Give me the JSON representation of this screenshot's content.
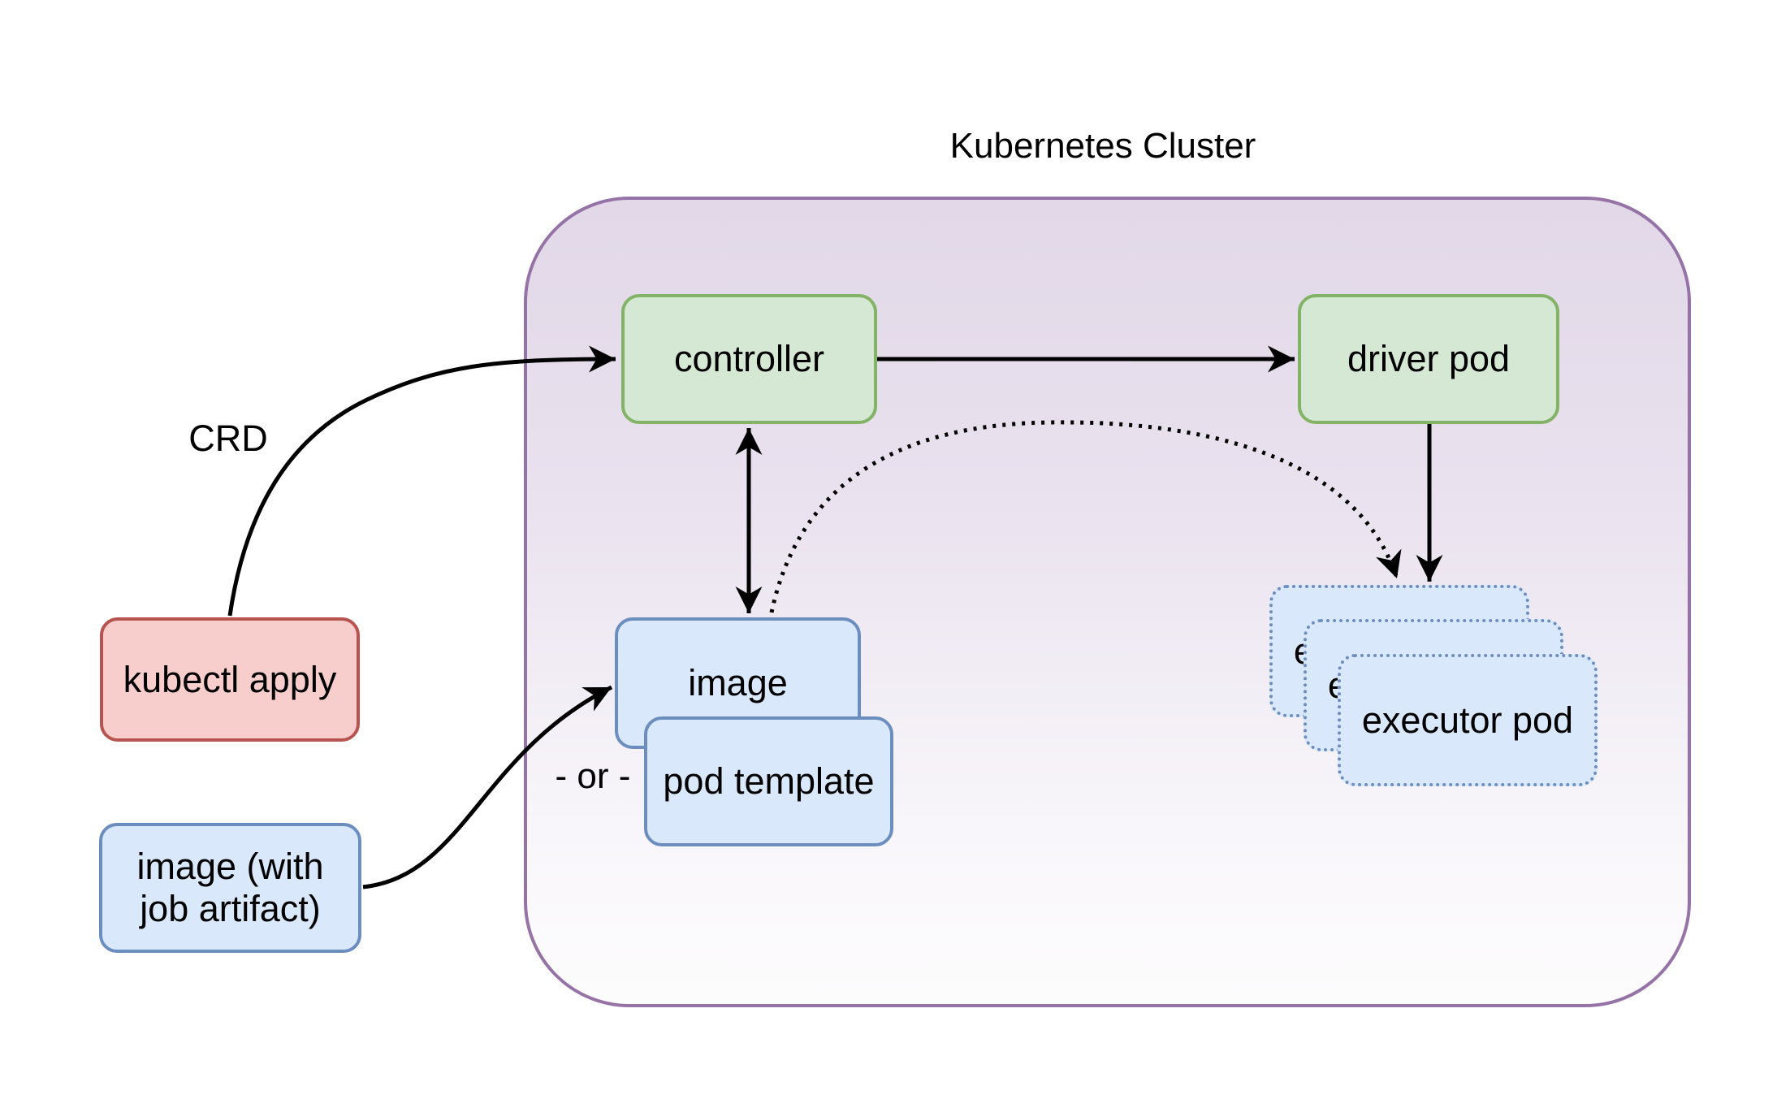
{
  "diagram": {
    "kind": "kubernetes-spark-operator-architecture",
    "background": "#ffffff"
  },
  "cluster": {
    "title": "Kubernetes Cluster",
    "border_color": "#9673a6",
    "fill_top": "#e2d8e8",
    "fill_bottom": "#fdfcfd"
  },
  "nodes": {
    "controller": {
      "label": "controller",
      "fill": "#d5e8d4",
      "border": "#82b366"
    },
    "driver_pod": {
      "label": "driver pod",
      "fill": "#d5e8d4",
      "border": "#82b366"
    },
    "image": {
      "label": "image",
      "fill": "#dae8fc",
      "border": "#6c8ebf"
    },
    "pod_template": {
      "label": "pod template",
      "fill": "#dae8fc",
      "border": "#6c8ebf"
    },
    "kubectl_apply": {
      "label": "kubectl apply",
      "fill": "#f8cecc",
      "border": "#b85450"
    },
    "image_with_artifact": {
      "label": "image (with\njob artifact)",
      "fill": "#dae8fc",
      "border": "#6c8ebf"
    },
    "executor_pod": {
      "label": "executor pod",
      "fill": "#dae8fc",
      "border": "#6c8ebf",
      "count": 3,
      "border_style": "dotted"
    }
  },
  "edges": {
    "crd_label": "CRD",
    "or_label": "- or -",
    "stroke_color": "#000000",
    "list": [
      {
        "name": "kubectl-apply-to-controller",
        "style": "solid-curve",
        "label": "CRD"
      },
      {
        "name": "controller-to-driver-pod",
        "style": "solid",
        "label": ""
      },
      {
        "name": "controller-image-bidirectional",
        "style": "solid-double-arrow",
        "label": ""
      },
      {
        "name": "driver-pod-to-executor-pods",
        "style": "solid",
        "label": ""
      },
      {
        "name": "image-to-executor-pods",
        "style": "dotted-curve",
        "label": ""
      },
      {
        "name": "image-artifact-to-image",
        "style": "solid-curve",
        "label": "- or -"
      }
    ]
  }
}
